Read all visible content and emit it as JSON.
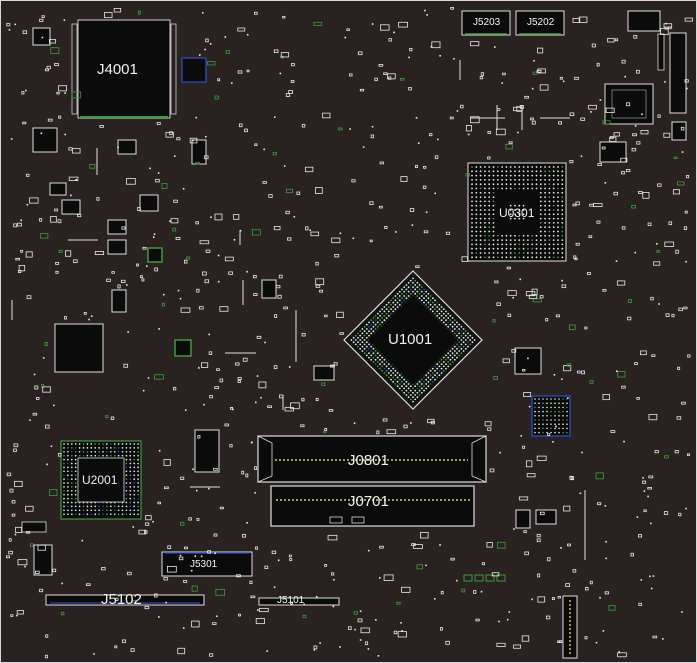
{
  "board": {
    "background": "#2a2221",
    "outline": "#e0e0e0",
    "pad_color": "#e8e8e8",
    "trace_color": "#3c9c3c",
    "via_color": "#2a45b0",
    "chip_fill": "#0b0b0b"
  },
  "components": {
    "j4001": "J4001",
    "j5203": "J5203",
    "j5202": "J5202",
    "u0301": "U0301",
    "u1001": "U1001",
    "j0801": "J0801",
    "j0701": "J0701",
    "u2001": "U2001",
    "j5301": "J5301",
    "j5102": "J5102",
    "j5101": "J5101"
  }
}
